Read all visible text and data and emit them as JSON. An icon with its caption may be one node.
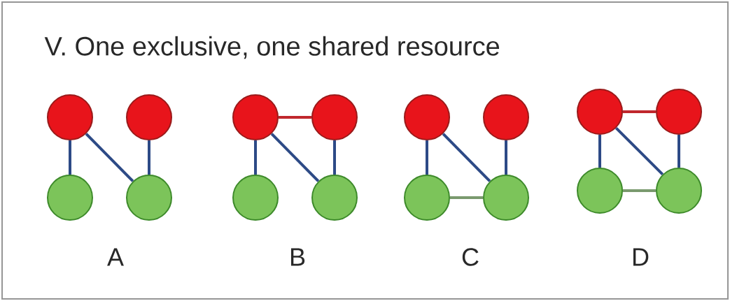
{
  "diagram": {
    "title": "V. One exclusive, one shared resource",
    "nodes": [
      {
        "text": [],
        "shape": "circle"
      },
      {
        "text": [],
        "shape": "circle"
      },
      {
        "text": [],
        "shape": "circle"
      },
      {
        "text": [],
        "shape": "circle"
      },
      {
        "text": [],
        "shape": "circle"
      },
      {
        "text": [],
        "shape": "circle"
      },
      {
        "text": [],
        "shape": "circle"
      },
      {
        "text": [],
        "shape": "circle"
      },
      {
        "text": [],
        "shape": "circle"
      },
      {
        "text": [],
        "shape": "circle"
      },
      {
        "text": [],
        "shape": "circle"
      },
      {
        "text": [],
        "shape": "circle"
      },
      {
        "text": [],
        "shape": "circle"
      },
      {
        "text": [],
        "shape": "circle"
      },
      {
        "text": [],
        "shape": "circle"
      },
      {
        "text": [],
        "shape": "circle"
      }
    ],
    "edges": [
      {
        "from": 0,
        "to": 2,
        "arrow": "none"
      },
      {
        "from": 0,
        "to": 3,
        "arrow": "none"
      },
      {
        "from": 1,
        "to": 3,
        "arrow": "none"
      },
      {
        "from": 4,
        "to": 5,
        "arrow": "none",
        "color": "#c0272d"
      },
      {
        "from": 4,
        "to": 6,
        "arrow": "none"
      },
      {
        "from": 4,
        "to": 7,
        "arrow": "none"
      },
      {
        "from": 5,
        "to": 7,
        "arrow": "none"
      },
      {
        "from": 8,
        "to": 10,
        "arrow": "none"
      },
      {
        "from": 8,
        "to": 11,
        "arrow": "none"
      },
      {
        "from": 9,
        "to": 11,
        "arrow": "none"
      },
      {
        "from": 10,
        "to": 11,
        "arrow": "none",
        "color": "#7a9a6e"
      },
      {
        "from": 12,
        "to": 13,
        "arrow": "none",
        "color": "#c0272d"
      },
      {
        "from": 12,
        "to": 14,
        "arrow": "none"
      },
      {
        "from": 12,
        "to": 15,
        "arrow": "none"
      },
      {
        "from": 13,
        "to": 15,
        "arrow": "none"
      },
      {
        "from": 14,
        "to": 15,
        "arrow": "none",
        "color": "#7a9a6e"
      }
    ],
    "labels": [
      "A",
      "B",
      "C",
      "D"
    ]
  }
}
